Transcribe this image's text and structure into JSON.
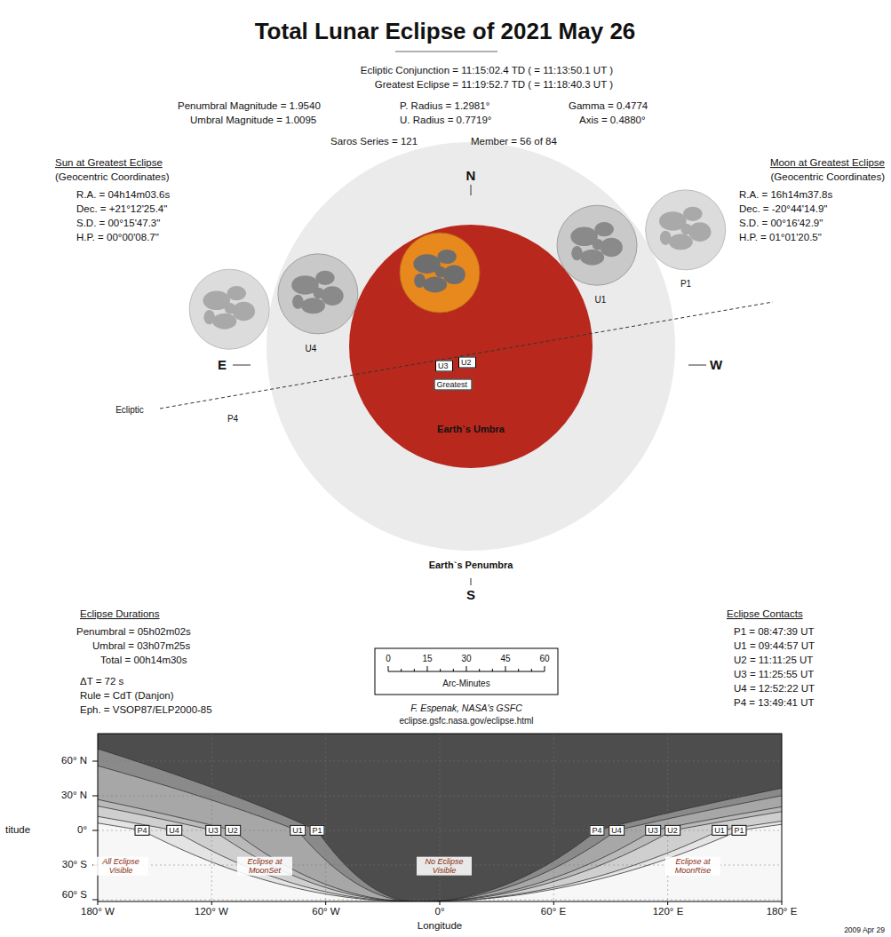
{
  "diagram": {
    "title": "Total Lunar Eclipse of 2021 May 26",
    "nodes": [
      {
        "text": [
          "Earth`s Penumbra"
        ]
      },
      {
        "text": [
          "Earth`s Umbra"
        ],
        "in": 0
      },
      {
        "text": [
          "U3"
        ],
        "in": 1
      },
      {
        "text": [
          "U2"
        ],
        "in": 1
      },
      {
        "text": [
          "Greatest"
        ],
        "in": 1
      }
    ],
    "labels": [
      "Ecliptic Conjunction = 11:15:02.4 TD ( = 11:13:50.1 UT )",
      "Greatest Eclipse = 11:19:52.7 TD ( = 11:18:40.3 UT )",
      "Penumbral Magnitude = 1.9540",
      "P. Radius = 1.2981°",
      "Gamma = 0.4774",
      "Umbral Magnitude = 1.0095",
      "U. Radius = 0.7719°",
      "Axis = 0.4880°",
      "Saros Series = 121",
      "Member = 56 of 84",
      "Sun at Greatest Eclipse",
      "(Geocentric Coordinates)",
      "R.A. = 04h14m03.6s",
      "Dec. = +21°12'25.4\"",
      "S.D. = 00°15'47.3\"",
      "H.P. = 00°00'08.7\"",
      "Moon at Greatest Eclipse",
      "(Geocentric Coordinates)",
      "R.A. = 16h14m37.8s",
      "Dec. = -20°44'14.9\"",
      "S.D. = 00°16'42.9\"",
      "H.P. = 01°01'20.5\"",
      "N",
      "E",
      "W",
      "Ecliptic",
      "P1",
      "U1",
      "U4",
      "P4",
      "S",
      "Eclipse Durations",
      "Penumbral = 05h02m02s",
      "Umbral = 03h07m25s",
      "Total = 00h14m30s",
      "ΔT = 72 s",
      "Rule = CdT (Danjon)",
      "Eph. = VSOP87/ELP2000-85",
      "0",
      "15",
      "30",
      "45",
      "60",
      "Arc-Minutes",
      "F. Espenak, NASA's GSFC",
      "eclipse.gsfc.nasa.gov/eclipse.html",
      "Eclipse Contacts",
      "P1 = 08:47:39 UT",
      "U1 = 09:44:57 UT",
      "U2 = 11:11:25 UT",
      "U3 = 11:25:55 UT",
      "U4 = 12:52:22 UT",
      "P4 = 13:49:41 UT",
      "60° N",
      "30° N",
      "0°",
      "30° S",
      "60° S",
      "titude",
      "180° W",
      "120° W",
      "60° W",
      "0°",
      "60° E",
      "120° E",
      "180° E",
      "Longitude",
      "P4",
      "U4",
      "U3",
      "U2",
      "U1",
      "P1",
      "P4",
      "U4",
      "U3",
      "U2",
      "U1",
      "P1",
      "All Eclipse Visible",
      "Eclipse at MoonSet",
      "No Eclipse Visible",
      "Eclipse at MoonRise",
      "2009 Apr 29"
    ]
  }
}
